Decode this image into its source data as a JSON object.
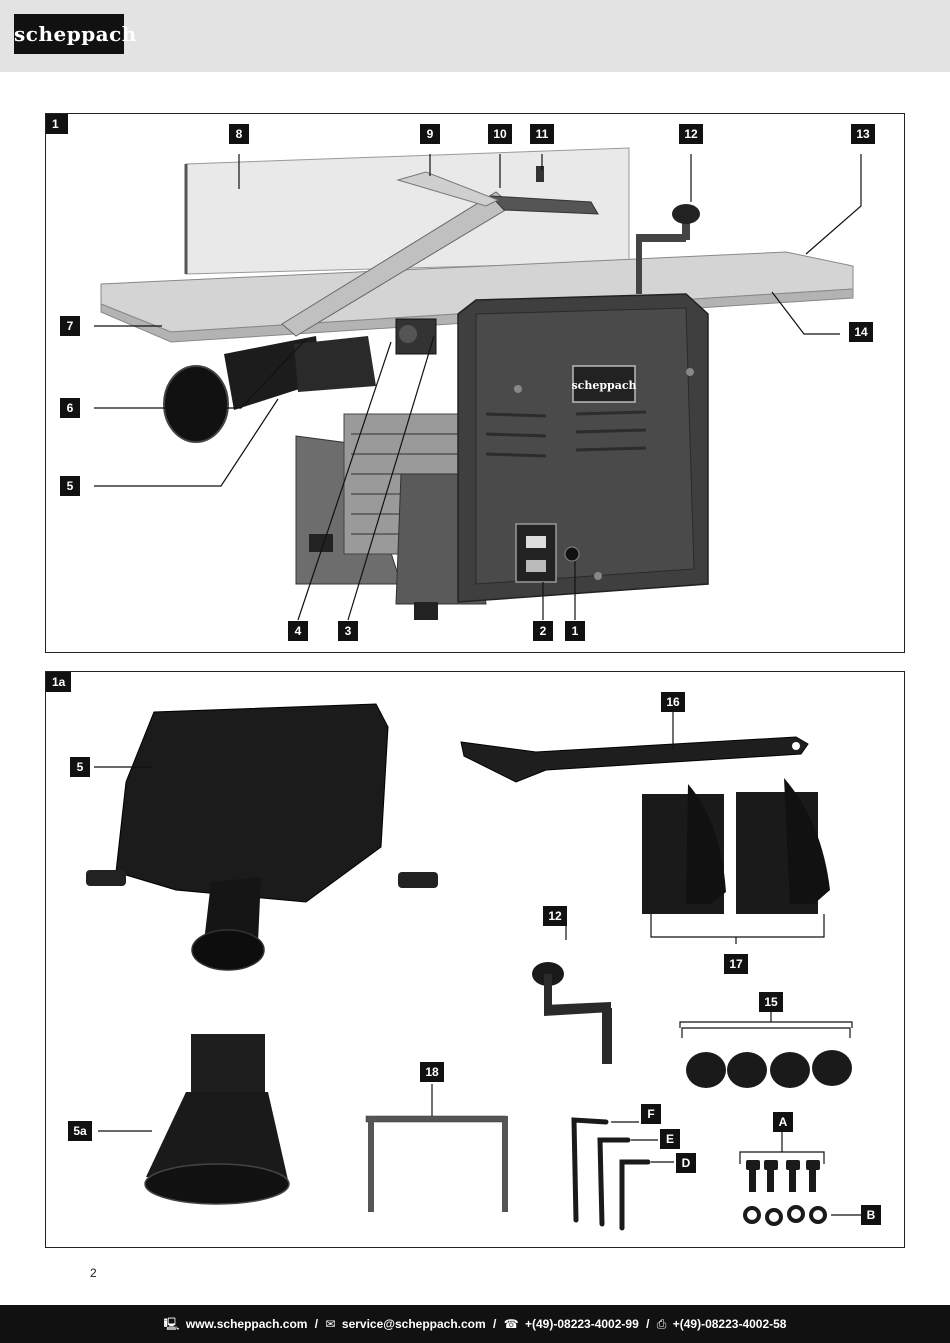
{
  "brand": {
    "logo_text": "scheppach"
  },
  "panels": {
    "p1": {
      "tag": "1"
    },
    "p1a": {
      "tag": "1a"
    }
  },
  "fig1_labels": {
    "l8": "8",
    "l9": "9",
    "l10": "10",
    "l11": "11",
    "l12": "12",
    "l13": "13",
    "l7": "7",
    "l14": "14",
    "l6": "6",
    "l5": "5",
    "l4": "4",
    "l3": "3",
    "l2": "2",
    "l1": "1"
  },
  "fig1a_labels": {
    "l5": "5",
    "l16": "16",
    "l12": "12",
    "l17": "17",
    "l15": "15",
    "l5a": "5a",
    "l18": "18",
    "lF": "F",
    "lE": "E",
    "lD": "D",
    "lA": "A",
    "lB": "B"
  },
  "page_number": "2",
  "footer": {
    "website_icon": "computer-icon",
    "website": "www.scheppach.com",
    "email_icon": "mail-icon",
    "email": "service@scheppach.com",
    "phone_icon": "phone-icon",
    "phone": "+(49)-08223-4002-99",
    "fax_icon": "fax-icon",
    "fax": "+(49)-08223-4002-58",
    "separator": "/"
  }
}
